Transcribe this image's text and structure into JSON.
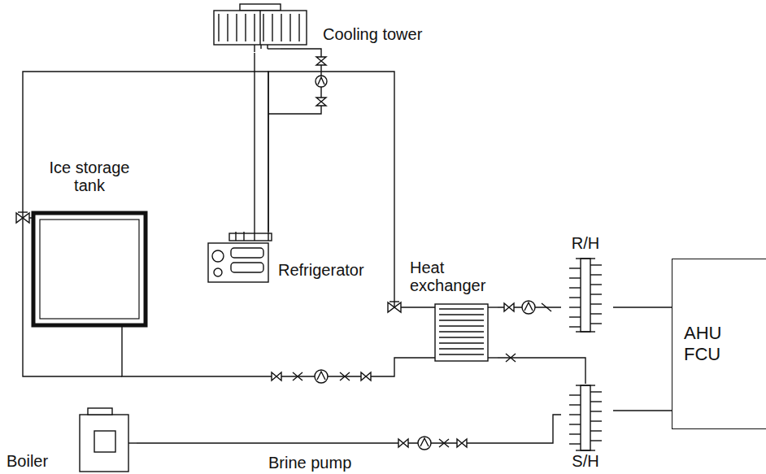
{
  "diagram": {
    "nodes": [
      {
        "text": [
          "Cooling tower"
        ]
      },
      {
        "text": [
          "Ice storage tank"
        ]
      },
      {
        "text": [
          "Refrigerator"
        ]
      },
      {
        "text": [
          "Heat exchanger"
        ]
      },
      {
        "text": [
          "R/H"
        ]
      },
      {
        "text": [
          "S/H"
        ]
      },
      {
        "text": [
          "AHU FCU"
        ]
      },
      {
        "text": [
          "Boiler"
        ]
      }
    ],
    "edges": [
      {
        "from": 0,
        "to": 2,
        "arrow": "none"
      },
      {
        "from": 2,
        "to": 1,
        "arrow": "none"
      },
      {
        "from": 2,
        "to": 3,
        "arrow": "none"
      },
      {
        "from": 1,
        "to": 3,
        "arrow": "none"
      },
      {
        "from": 3,
        "to": 4,
        "arrow": "none"
      },
      {
        "from": 3,
        "to": 5,
        "arrow": "none"
      },
      {
        "from": 4,
        "to": 6,
        "arrow": "none"
      },
      {
        "from": 5,
        "to": 6,
        "arrow": "none"
      },
      {
        "from": 7,
        "to": 5,
        "arrow": "none"
      }
    ],
    "labels": [
      "Brine pump"
    ]
  }
}
